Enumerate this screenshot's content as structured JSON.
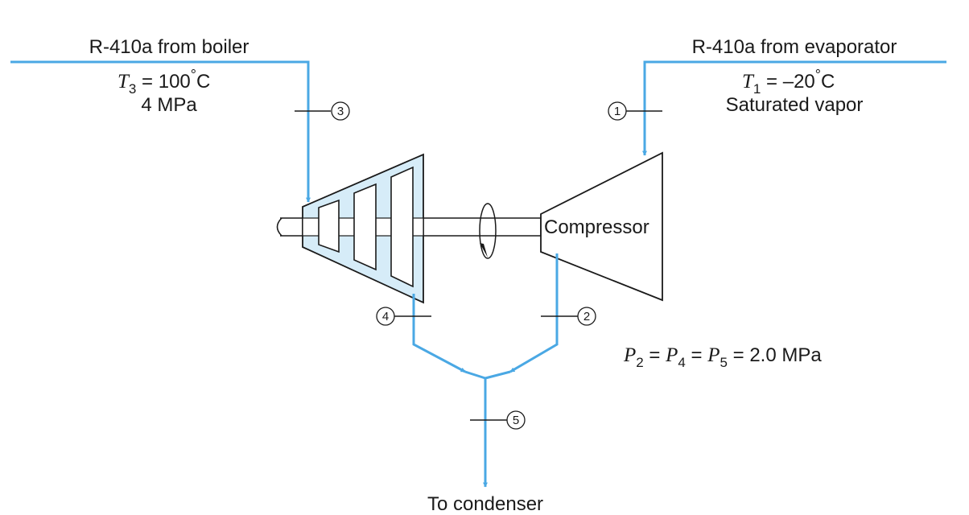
{
  "colors": {
    "flow": "#4aa8e4",
    "turbine_fill": "#d6ecf8",
    "line": "#1a1a1a"
  },
  "left_inlet": {
    "title": "R-410a from boiler",
    "temp_symbol": "T",
    "temp_sub": "3",
    "temp_value": " = 100",
    "temp_deg": "°",
    "temp_unit": "C",
    "pressure": "4 MPa"
  },
  "right_inlet": {
    "title": "R-410a from evaporator",
    "temp_symbol": "T",
    "temp_sub": "1",
    "temp_value": " = –20",
    "temp_deg": "°",
    "temp_unit": "C",
    "state": "Saturated vapor"
  },
  "compressor_label": "Compressor",
  "state_points": [
    "1",
    "2",
    "3",
    "4",
    "5"
  ],
  "pressure_relation": {
    "p": "P",
    "s2": "2",
    "s4": "4",
    "s5": "5",
    "eq": " = ",
    "value": " = 2.0 MPa"
  },
  "outlet_label": "To condenser"
}
